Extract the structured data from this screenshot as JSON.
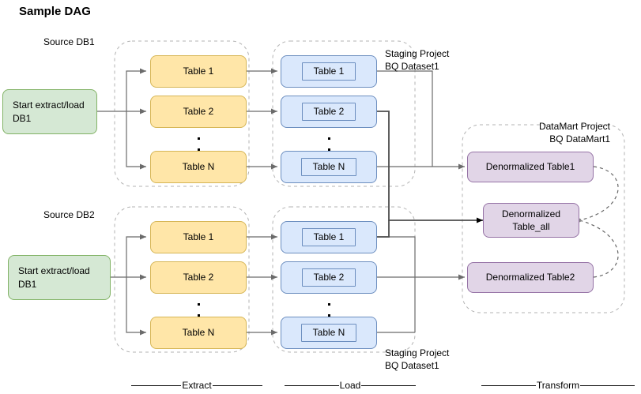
{
  "title": "Sample DAG",
  "sources": [
    {
      "group_label": "Source DB1",
      "start_label": "Start extract/load DB1"
    },
    {
      "group_label": "Source DB2",
      "start_label": "Start extract/load DB1"
    }
  ],
  "extract": {
    "rows_top": [
      "Table 1",
      "Table 2",
      "Table N"
    ],
    "rows_bottom": [
      "Table 1",
      "Table 2",
      "Table N"
    ]
  },
  "load": {
    "rows_top": [
      "Table 1",
      "Table 2",
      "Table N"
    ],
    "rows_bottom": [
      "Table 1",
      "Table 2",
      "Table N"
    ],
    "staging_label_top": "Staging Project\nBQ Dataset1",
    "staging_label_bottom": "Staging Project\nBQ Dataset1"
  },
  "transform": {
    "group_label": "DataMart Project\nBQ DataMart1",
    "nodes": [
      {
        "id": "dm1",
        "label": "Denormalized Table1"
      },
      {
        "id": "dmall",
        "label": "Denormalized\nTable_all"
      },
      {
        "id": "dm2",
        "label": "Denormalized Table2"
      }
    ]
  },
  "phases": [
    {
      "label": "Extract"
    },
    {
      "label": "Load"
    },
    {
      "label": "Transform"
    }
  ],
  "colors": {
    "yellow_fill": "#ffe6a8",
    "yellow_border": "#d6b656",
    "blue_fill": "#dae8fc",
    "blue_border": "#6c8ebf",
    "green_fill": "#d5e8d4",
    "green_border": "#82b366",
    "purple_fill": "#e1d5e7",
    "purple_border": "#9673a6",
    "edge": "#6b6b6b",
    "group_dash": "#b3b3b3"
  }
}
